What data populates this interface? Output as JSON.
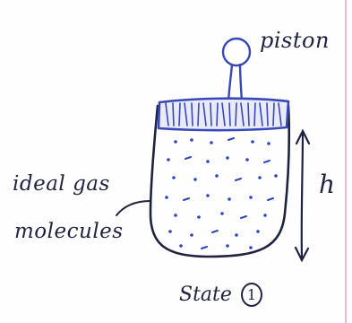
{
  "diagram": {
    "piston_label": "piston",
    "height_label": "h",
    "gas_label_line1": "ideal gas",
    "gas_label_line2": "molecules",
    "state_label": "State",
    "state_number": "1"
  },
  "colors": {
    "ink": "#1f2340",
    "piston_blue": "#3848b8",
    "molecule_blue": "#2f44c0",
    "margin_line": "#f0a0c0"
  }
}
